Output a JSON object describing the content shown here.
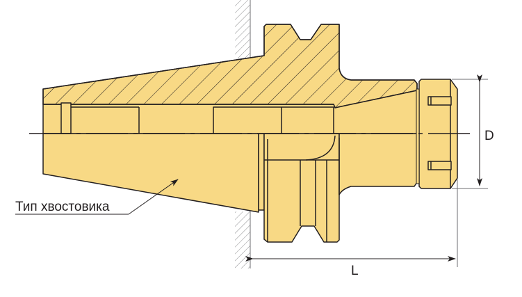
{
  "labels": {
    "shank_type": "Тип хвостовика",
    "diameter": "D",
    "length": "L"
  },
  "colors": {
    "body_fill": "#f8d985",
    "outline": "#231f20",
    "dimension": "#6d6e71"
  }
}
